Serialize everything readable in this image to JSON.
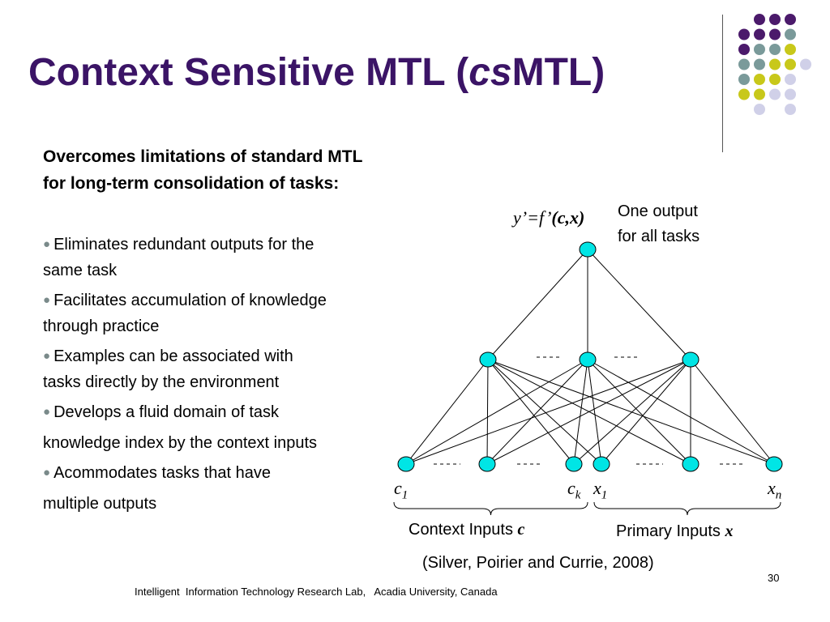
{
  "title": {
    "prefix": "Context Sensitive MTL (",
    "italic": "cs",
    "suffix": "MTL)"
  },
  "subheading_line1": "Overcomes limitations of standard MTL",
  "subheading_line2": "for long-term consolidation of tasks:",
  "bullets": [
    {
      "line1": "Eliminates redundant outputs for the",
      "line2": "same task"
    },
    {
      "line1": "Facilitates accumulation of knowledge",
      "line2": "through practice"
    },
    {
      "line1": "Examples can be associated with",
      "line2": "tasks directly by the environment"
    },
    {
      "line1": "Develops a fluid domain of task",
      "line2": "knowledge index by the context inputs"
    },
    {
      "line1": "Acommodates tasks that have",
      "line2": "multiple outputs"
    }
  ],
  "diagram": {
    "output_formula": {
      "y": "y",
      "prime1": "’",
      "eq": "=",
      "f": "f",
      "prime2": "’",
      "args": "(c,x)"
    },
    "output_label_line1": "One output",
    "output_label_line2": "for all tasks",
    "input_labels": {
      "c1": {
        "base": "c",
        "sub": "1"
      },
      "ck": {
        "base": "c",
        "sub": "k"
      },
      "x1": {
        "base": "x",
        "sub": "1"
      },
      "xn": {
        "base": "x",
        "sub": "n"
      }
    },
    "context_inputs_label": "Context Inputs",
    "context_inputs_symbol": "c",
    "primary_inputs_label": "Primary Inputs",
    "primary_inputs_symbol": "x",
    "citation": "(Silver, Poirier and Currie, 2008)",
    "node_color": "#00e5e5"
  },
  "decor_colors": {
    "purple": "#4b1a6b",
    "teal": "#7a9a9a",
    "yellow": "#c8c81a",
    "lavender": "#d0d0e8"
  },
  "footer": "Intelligent  Information Technology Research Lab,   Acadia University, Canada",
  "page_number": "30"
}
